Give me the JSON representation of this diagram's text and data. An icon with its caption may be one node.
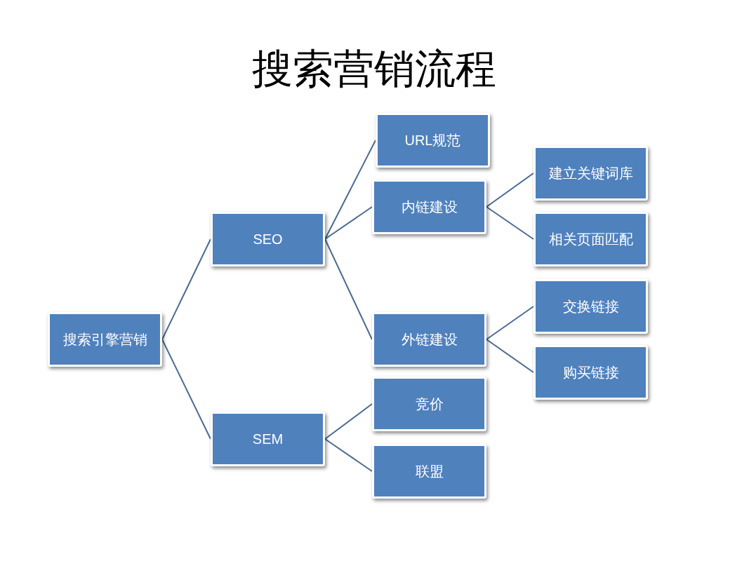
{
  "diagram": {
    "title": "搜索营销流程",
    "nodes": [
      {
        "text": [
          "搜索引擎营销"
        ]
      },
      {
        "text": [
          "SEO"
        ]
      },
      {
        "text": [
          "URL规范"
        ]
      },
      {
        "text": [
          "内链建设"
        ]
      },
      {
        "text": [
          "建立关键词库"
        ]
      },
      {
        "text": [
          "相关页面匹配"
        ]
      },
      {
        "text": [
          "外链建设"
        ]
      },
      {
        "text": [
          "交换链接"
        ]
      },
      {
        "text": [
          "购买链接"
        ]
      },
      {
        "text": [
          "SEM"
        ]
      },
      {
        "text": [
          "竞价"
        ]
      },
      {
        "text": [
          "联盟"
        ]
      }
    ],
    "edges": [
      {
        "from": 0,
        "to": 1,
        "arrow": "none"
      },
      {
        "from": 0,
        "to": 9,
        "arrow": "none"
      },
      {
        "from": 1,
        "to": 2,
        "arrow": "none"
      },
      {
        "from": 1,
        "to": 3,
        "arrow": "none"
      },
      {
        "from": 1,
        "to": 6,
        "arrow": "none"
      },
      {
        "from": 3,
        "to": 4,
        "arrow": "none"
      },
      {
        "from": 3,
        "to": 5,
        "arrow": "none"
      },
      {
        "from": 6,
        "to": 7,
        "arrow": "none"
      },
      {
        "from": 6,
        "to": 8,
        "arrow": "none"
      },
      {
        "from": 9,
        "to": 10,
        "arrow": "none"
      },
      {
        "from": 9,
        "to": 11,
        "arrow": "none"
      }
    ]
  }
}
